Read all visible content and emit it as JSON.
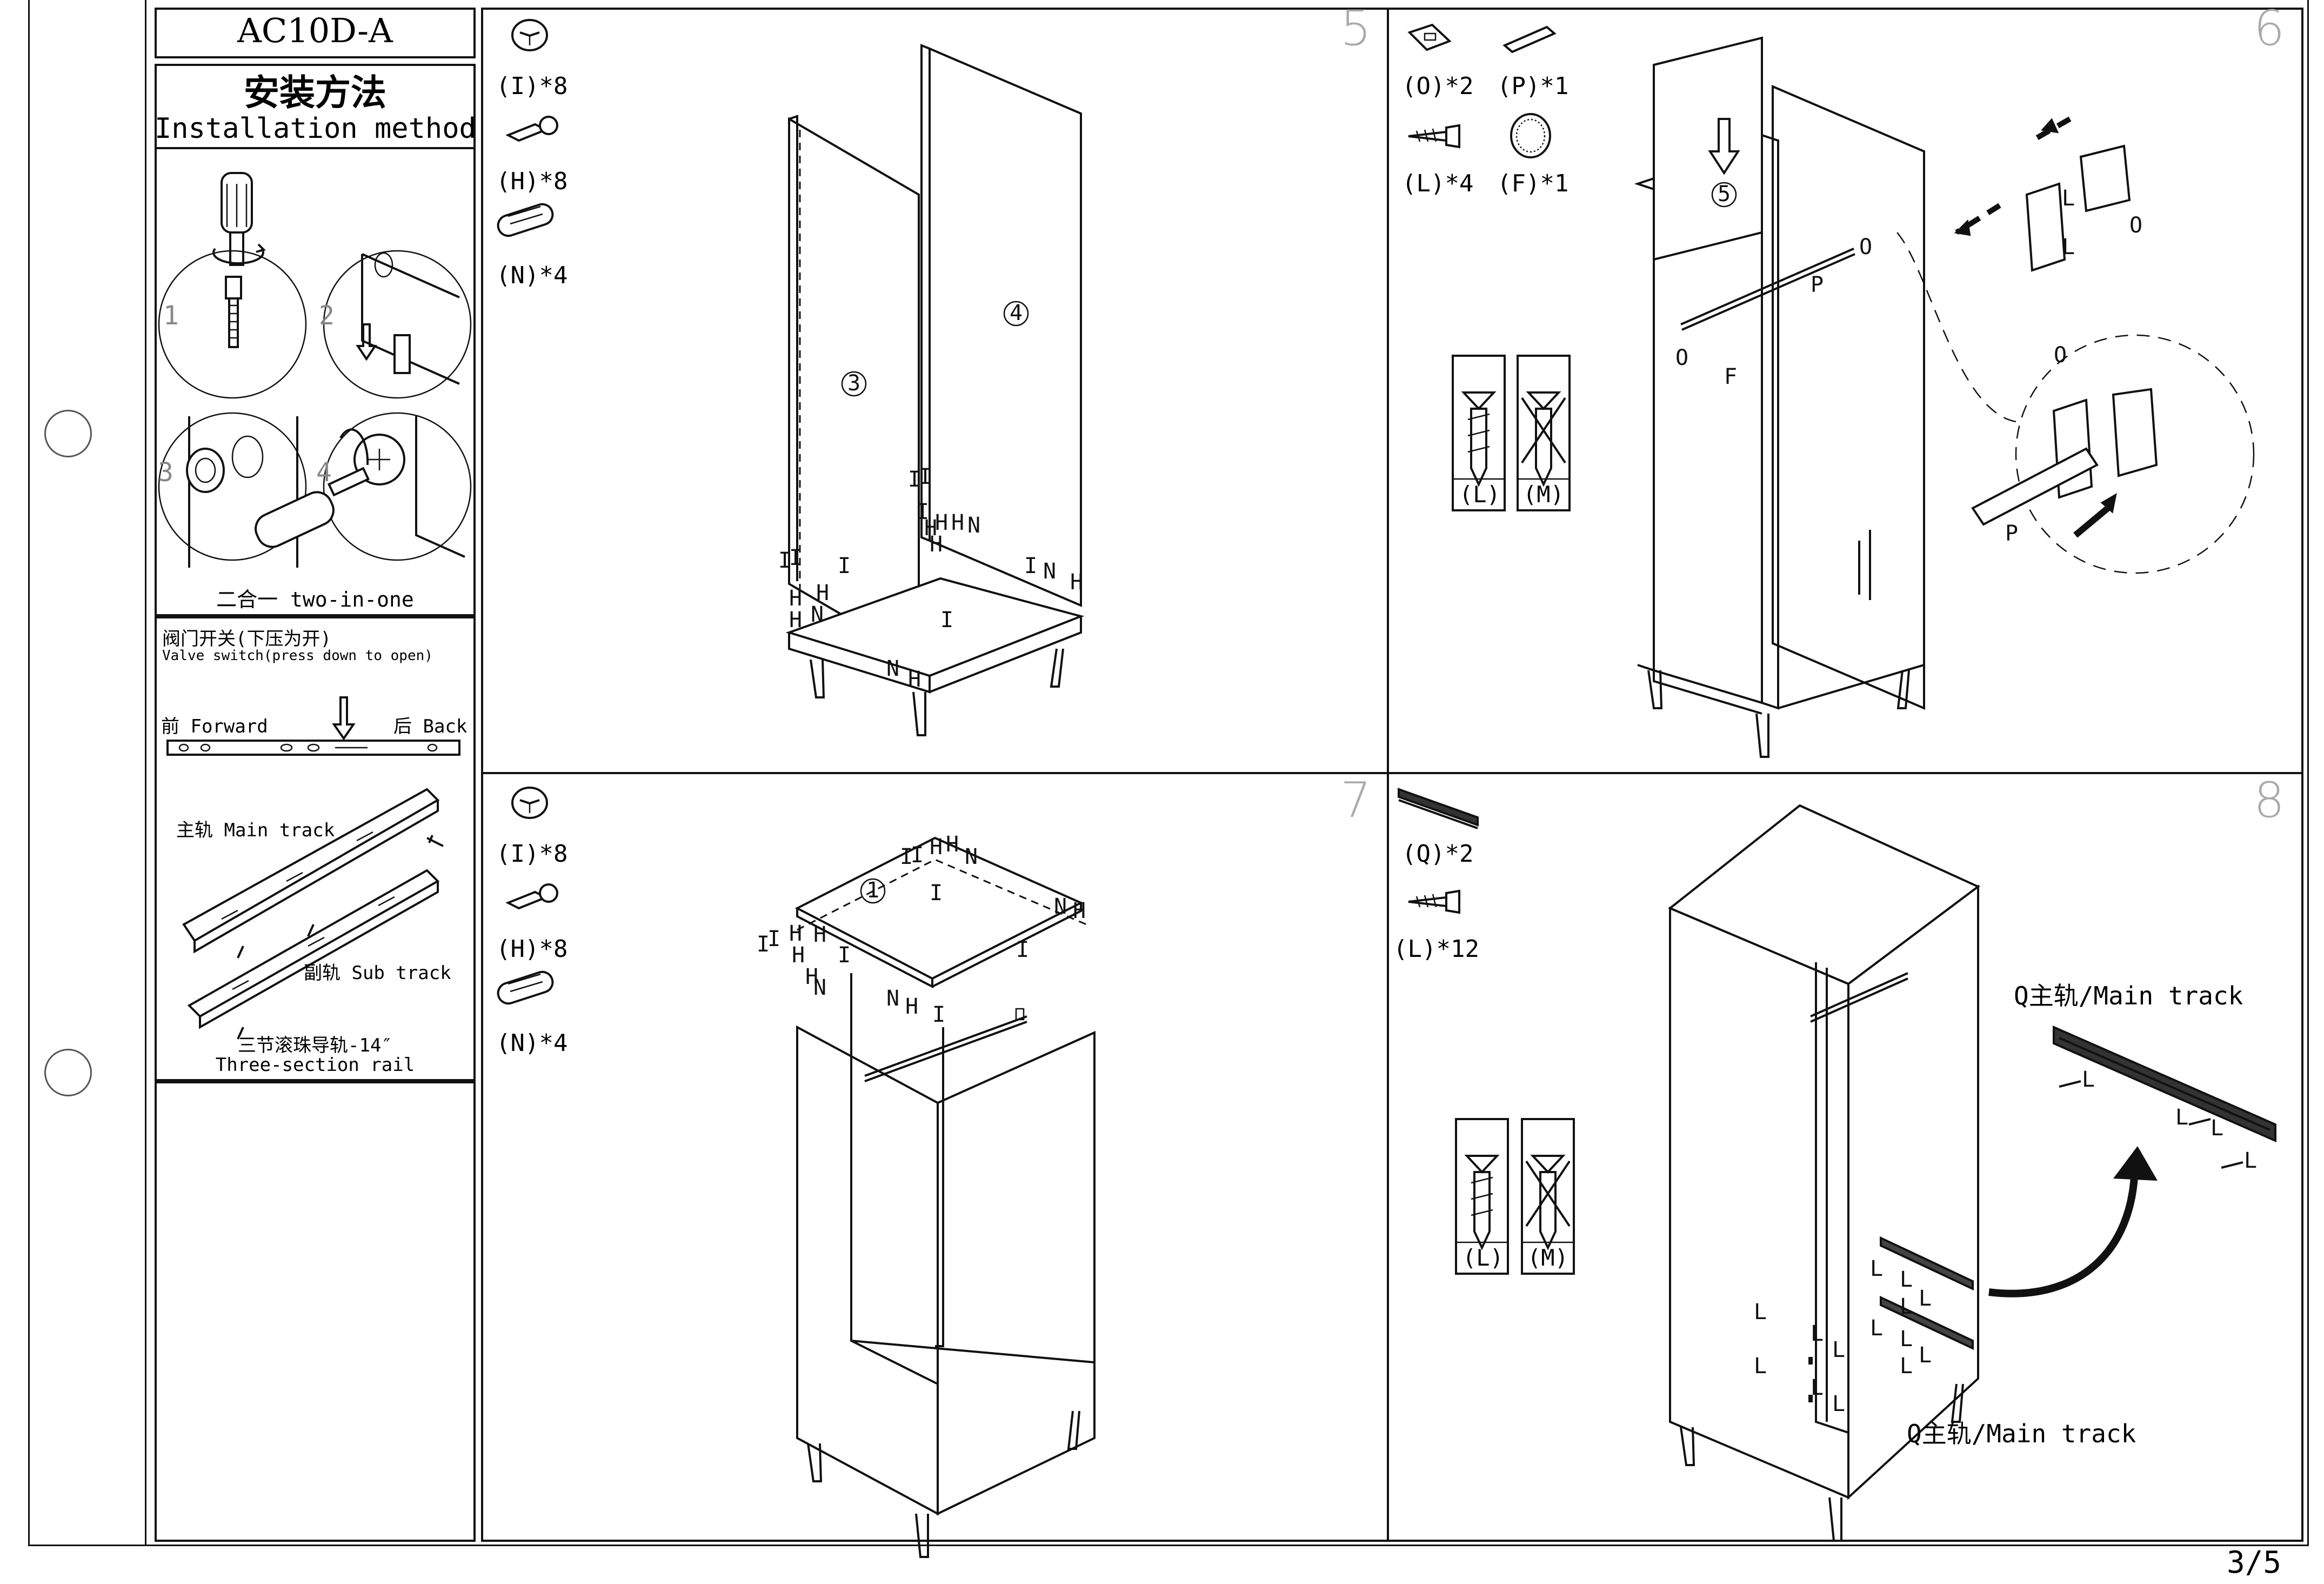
{
  "page": {
    "number": "3/5"
  },
  "sidebar": {
    "model": "AC10D-A",
    "title_cn": "安装方法",
    "title_en": "Installation method",
    "two_in_one": "二合一  two-in-one",
    "step_nums": [
      "1",
      "2",
      "3",
      "4"
    ],
    "valve_cn": "阀门开关(下压为开)",
    "valve_en": "Valve switch(press down to open)",
    "forward": "前 Forward",
    "back": "后 Back",
    "main_track": "主轨 Main track",
    "sub_track": "副轨 Sub track",
    "rail_cn": "三节滚珠导轨-14″",
    "rail_en": "Three-section  rail"
  },
  "steps": {
    "s5": {
      "num": "5",
      "parts": [
        "(I)*8",
        "(H)*8",
        "(N)*4"
      ],
      "panel_a": "3",
      "panel_b": "4"
    },
    "s6": {
      "num": "6",
      "parts": [
        "(O)*2",
        "(P)*1",
        "(L)*4",
        "(F)*1"
      ],
      "panel": "5",
      "screw_ok": "(L)",
      "screw_no": "(M)"
    },
    "s7": {
      "num": "7",
      "parts": [
        "(I)*8",
        "(H)*8",
        "(N)*4"
      ],
      "panel": "1"
    },
    "s8": {
      "num": "8",
      "parts": [
        "(Q)*2",
        "(L)*12"
      ],
      "main_track_label": "Q主轨/Main track",
      "screw_ok": "(L)",
      "screw_no": "(M)"
    }
  },
  "icons": [
    "cam-lock-icon",
    "dowel-bolt-icon",
    "wood-dowel-icon",
    "screw-icon",
    "rail-socket-icon",
    "hanging-rod-icon",
    "cover-cap-icon",
    "drawer-rail-icon",
    "screwdriver-icon"
  ]
}
